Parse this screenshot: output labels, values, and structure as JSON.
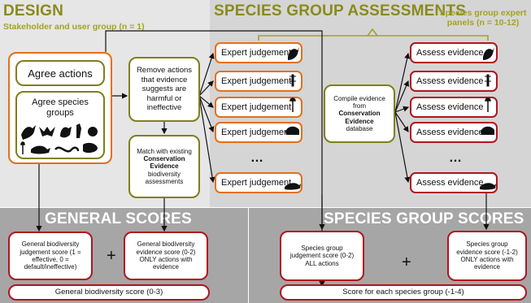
{
  "design": {
    "title": "DESIGN",
    "subtitle": "Stakeholder and user group (n = 1)",
    "agree_actions": "Agree actions",
    "agree_species_groups": "Agree species groups",
    "remove_actions": "Remove actions that evidence suggests are harmful or ineffective",
    "match_pre": "Match with existing",
    "match_bold": "Conservation Evidence",
    "match_post": "biodiversity assessments"
  },
  "assessments": {
    "title": "SPECIES GROUP ASSESSMENTS",
    "expert_panels": "Species group expert panels (n = 10-12)",
    "expert_judgement": [
      "Expert judgement",
      "Expert judgement",
      "Expert judgement",
      "Expert judgement",
      "Expert judgement"
    ],
    "assess_evidence": [
      "Assess evidence",
      "Assess evidence",
      "Assess evidence",
      "Assess evidence",
      "Assess evidence"
    ],
    "ellipsis": "…",
    "compile_pre": "Compile evidence from",
    "compile_bold": "Conservation Evidence",
    "compile_post": "database"
  },
  "general": {
    "title": "GENERAL SCORES",
    "judgement_score": "General biodiversity judgement score (1 = effective, 0 = default/ineffective)",
    "evidence_score": "General biodiversity evidence score (0-2) ONLY actions with evidence",
    "plus": "+",
    "total": "General biodiversity score (0-3)"
  },
  "species": {
    "title": "SPECIES GROUP SCORES",
    "judgement_score": "Species group judgement score (0-2) ALL actions",
    "evidence_score": "Species group evidence score (-1-2) ONLY actions with evidence",
    "plus": "+",
    "total": "Score for each species group (-1-4)"
  },
  "colors": {
    "panel_light": "#e6e6e6",
    "panel_mid": "#d5d5d5",
    "panel_dark": "#a6a6a6",
    "orange": "#e46f1a",
    "olive": "#7f7f1c",
    "red": "#b0151f",
    "header_olive": "#8a8a1e"
  },
  "icons": [
    "bird-icon",
    "insect-icon",
    "plant-icon",
    "mammal-icon",
    "weasel-icon",
    "bat-icon",
    "frog-icon",
    "snake-icon",
    "fish-icon"
  ]
}
